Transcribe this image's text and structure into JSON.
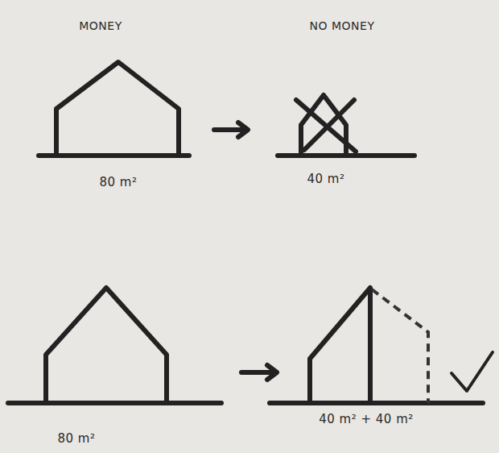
{
  "diagram": {
    "labels": [
      "MONEY",
      "NO MONEY",
      "80 m²",
      "40 m²",
      "80 m²",
      "40 m² + 40 m²"
    ]
  }
}
